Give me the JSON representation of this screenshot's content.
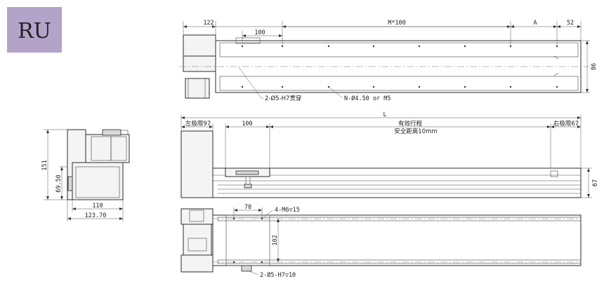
{
  "badge": {
    "text": "RU",
    "color": "#b3a3c9"
  },
  "top_view": {
    "dim_left": "122",
    "dim_pitch": "100",
    "dim_middle": "M*100",
    "dim_a": "A",
    "dim_right": "52",
    "dim_height": "86",
    "note_holes_a": "2-Ø5-H7贯穿",
    "note_holes_b": "N-Ø4.50 or M5"
  },
  "front_view": {
    "dim_total": "L",
    "label_left_limit": "左极限97",
    "dim_pitch": "100",
    "label_stroke": "有效行程",
    "label_safe_distance": "安全距离10mm",
    "label_right_limit": "右极限67",
    "dim_height": "67"
  },
  "bottom_view": {
    "dim_pitch": "70",
    "note_tapped": "4-M6▽15",
    "dim_width": "102",
    "note_pins": "2-Ø5-H7▽10"
  },
  "side_view": {
    "dim_height": "151",
    "dim_axis": "69.50",
    "dim_width_inner": "110",
    "dim_width_outer": "123.70"
  }
}
